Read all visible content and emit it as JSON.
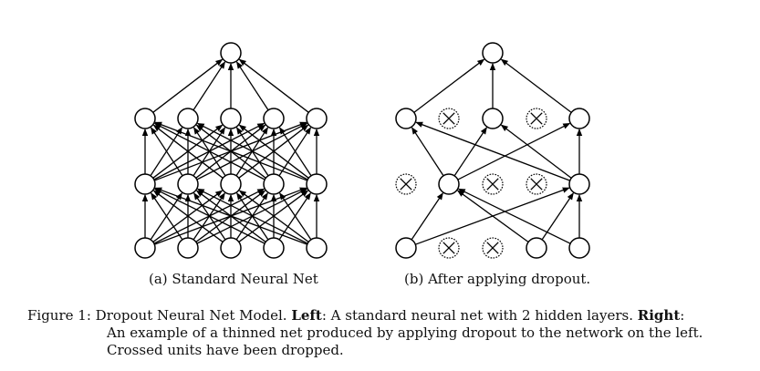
{
  "subfigures": [
    {
      "id": "a",
      "caption": "(a) Standard Neural Net"
    },
    {
      "id": "b",
      "caption": "(b) After applying dropout."
    }
  ],
  "figure_caption": {
    "label": "Figure 1:",
    "title": "Dropout Neural Net Model.",
    "left_label": "Left",
    "left_text": ": A standard neural net with 2 hidden layers.",
    "right_label": "Right",
    "right_text_1": ":",
    "right_text_2": "An example of a thinned net produced by applying dropout to the network on the left.",
    "right_text_3": "Crossed units have been dropped."
  },
  "networks": {
    "standard": {
      "layers": [
        [
          1,
          1,
          1,
          1,
          1
        ],
        [
          1,
          1,
          1,
          1,
          1
        ],
        [
          1,
          1,
          1,
          1,
          1
        ],
        [
          1
        ]
      ]
    },
    "dropout": {
      "layers": [
        [
          1,
          0,
          0,
          1,
          1
        ],
        [
          0,
          1,
          0,
          0,
          1
        ],
        [
          1,
          0,
          1,
          0,
          1
        ],
        [
          1
        ]
      ]
    }
  }
}
